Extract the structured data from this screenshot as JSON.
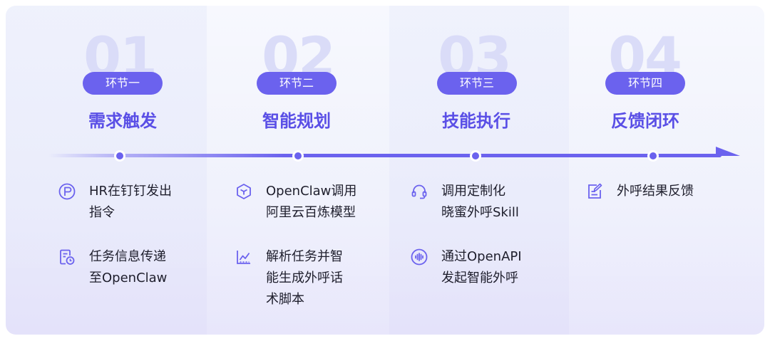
{
  "stages": [
    {
      "number": "01",
      "tag": "环节一",
      "title": "需求触发",
      "items": [
        {
          "icon": "flag-circle-icon",
          "text": "HR在钉钉发出\n指令"
        },
        {
          "icon": "document-clock-icon",
          "text": "任务信息传递\n至OpenClaw"
        }
      ]
    },
    {
      "number": "02",
      "tag": "环节二",
      "title": "智能规划",
      "items": [
        {
          "icon": "cube-icon",
          "text": "OpenClaw调用\n阿里云百炼模型"
        },
        {
          "icon": "chart-analysis-icon",
          "text": "解析任务并智\n能生成外呼话\n术脚本"
        }
      ]
    },
    {
      "number": "03",
      "tag": "环节三",
      "title": "技能执行",
      "items": [
        {
          "icon": "headset-icon",
          "text": "调用定制化\n晓蜜外呼Skill"
        },
        {
          "icon": "sound-wave-icon",
          "text": "通过OpenAPI\n发起智能外呼"
        }
      ]
    },
    {
      "number": "04",
      "tag": "环节四",
      "title": "反馈闭环",
      "items": [
        {
          "icon": "edit-note-icon",
          "text": "外呼结果反馈"
        }
      ]
    }
  ],
  "colors": {
    "accent": "#6b62ee",
    "title": "#5a4fe6",
    "number_watermark": "#dadcf8",
    "text": "#1e1e2c"
  }
}
